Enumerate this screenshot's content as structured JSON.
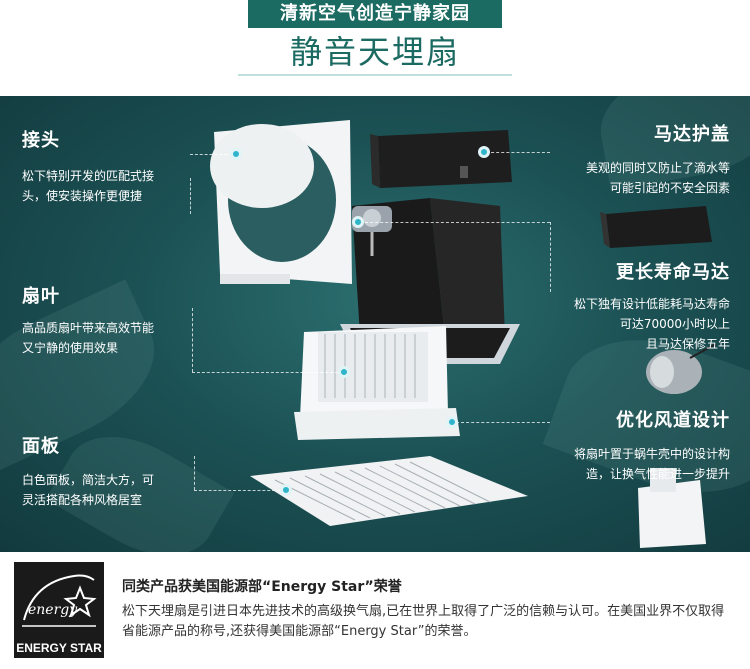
{
  "header": {
    "banner": "清新空气创造宁静家园",
    "title": "静音天埋扇"
  },
  "callouts": {
    "connector": {
      "heading": "接头",
      "desc": [
        "松下特别开发的匹配式接",
        "头，使安装操作更便捷"
      ]
    },
    "blade": {
      "heading": "扇叶",
      "desc": [
        "高品质扇叶带来高效节能",
        "又宁静的使用效果"
      ]
    },
    "panel": {
      "heading": "面板",
      "desc": [
        "白色面板，简洁大方，可",
        "灵活搭配各种风格居室"
      ]
    },
    "motor_cover": {
      "heading": "马达护盖",
      "desc": [
        "美观的同时又防止了滴水等",
        "可能引起的不安全因素"
      ]
    },
    "long_life_motor": {
      "heading": "更长寿命马达",
      "desc": [
        "松下独有设计低能耗马达寿命",
        "可达70000小时以上",
        "且马达保修五年"
      ]
    },
    "air_duct": {
      "heading": "优化风道设计",
      "desc": [
        "将扇叶置于蜗牛壳中的设计构",
        "造，让换气性能进一步提升"
      ]
    }
  },
  "footer": {
    "logo_label": "ENERGY STAR",
    "logo_script": "energy",
    "title": "同类产品获美国能源部“Energy Star”荣誉",
    "body": [
      "松下天埋扇是引进日本先进技术的高级换气扇,已在世界上取得了广泛的信赖与认可。在美国业界不仅取得",
      "省能源产品的称号,还获得美国能源部“Energy Star”的荣誉。"
    ]
  },
  "colors": {
    "accent": "#1c6b63",
    "panel_bg": "#1c5255",
    "dot": "#2fb4c9"
  },
  "icons": [
    "energy-star-icon",
    "callout-dot-icon"
  ]
}
